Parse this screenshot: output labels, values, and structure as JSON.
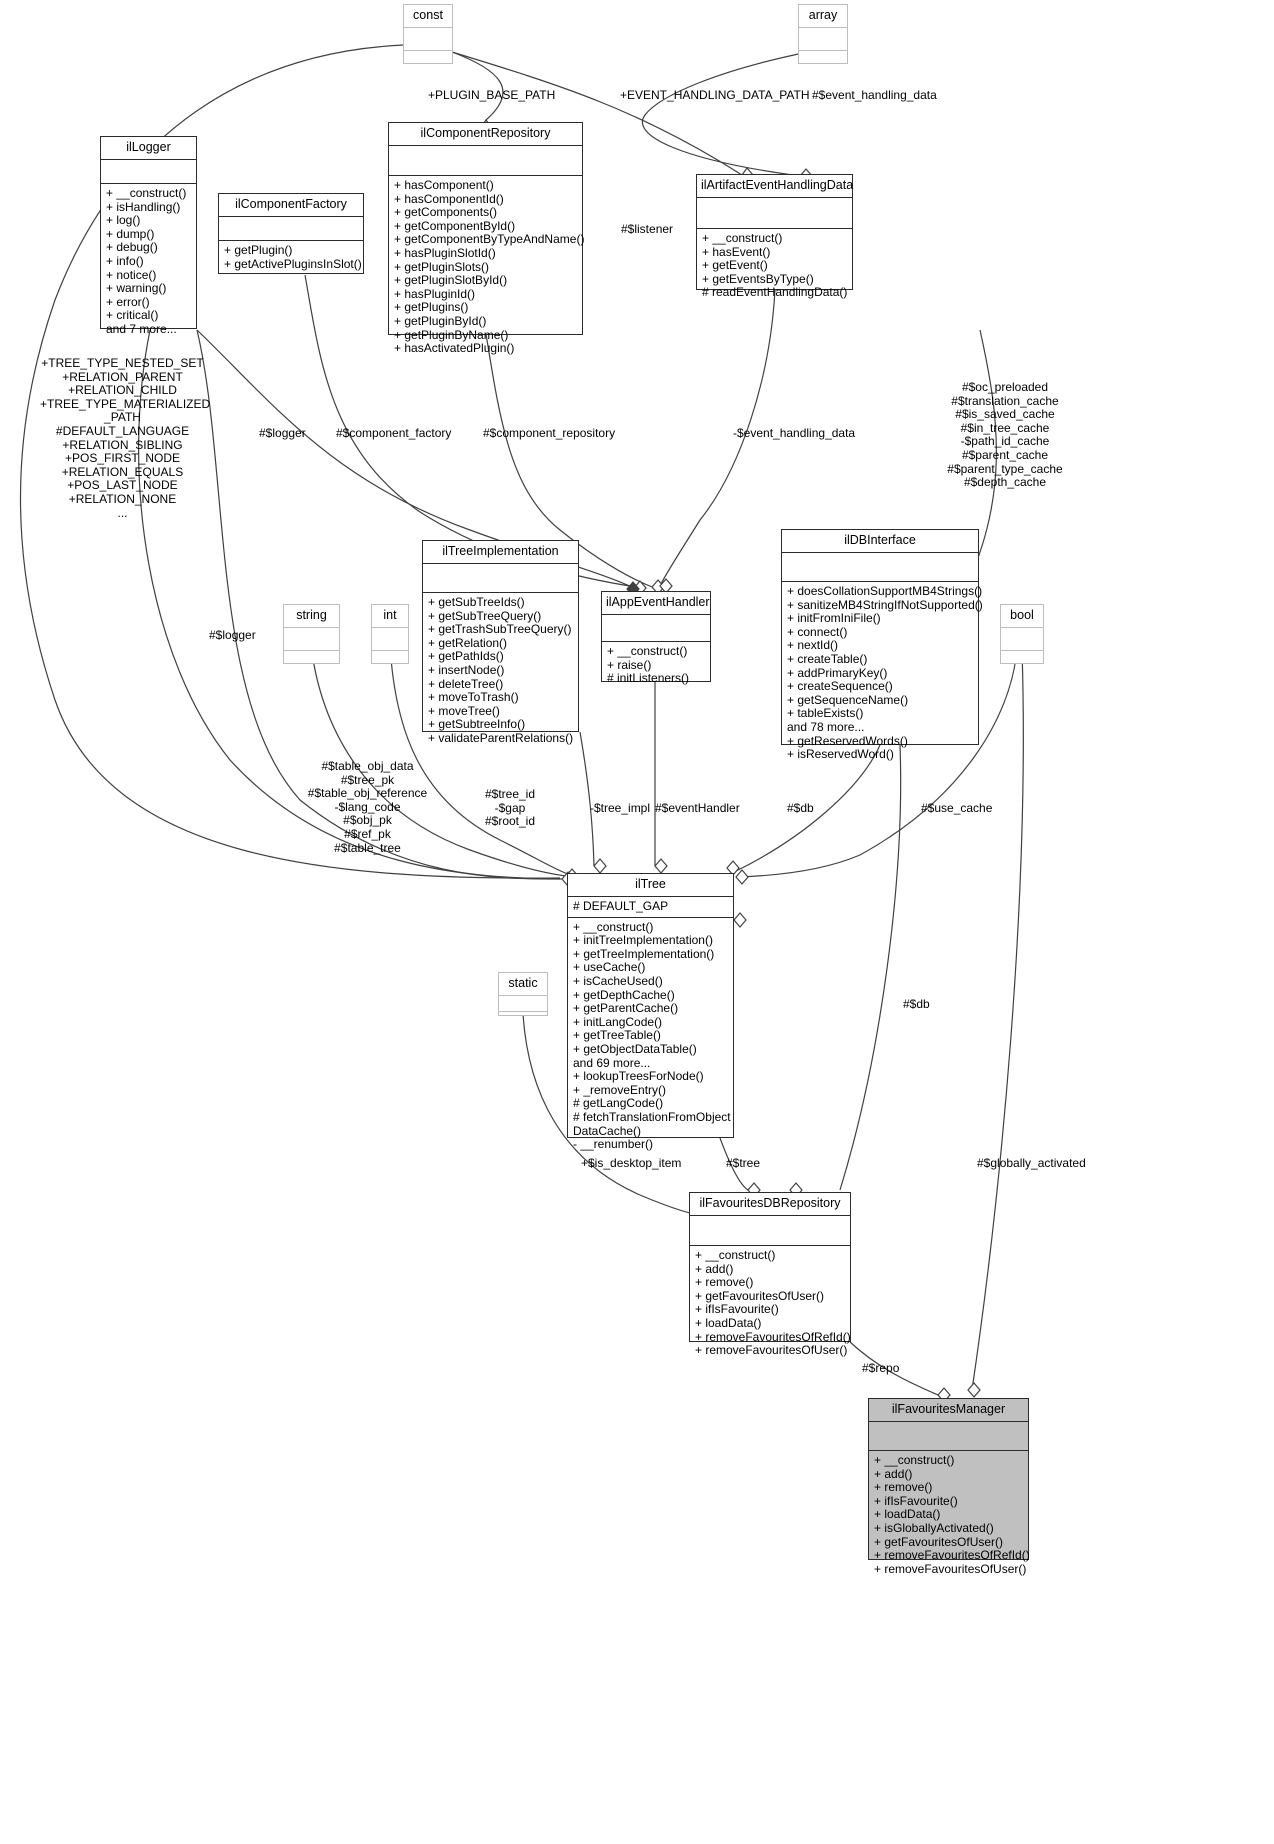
{
  "diagram": {
    "type": "uml-class-diagram",
    "title": "ilFavouritesManager collaboration diagram"
  },
  "classes": {
    "const": {
      "name": "const",
      "attributes": [],
      "operations": []
    },
    "array": {
      "name": "array",
      "attributes": [],
      "operations": []
    },
    "ilLogger": {
      "name": "ilLogger",
      "attributes": [],
      "operations": [
        "+ __construct()",
        "+ isHandling()",
        "+ log()",
        "+ dump()",
        "+ debug()",
        "+ info()",
        "+ notice()",
        "+ warning()",
        "+ error()",
        "+ critical()",
        "and 7 more..."
      ]
    },
    "ilComponentFactory": {
      "name": "ilComponentFactory",
      "attributes": [],
      "operations": [
        "+ getPlugin()",
        "+ getActivePluginsInSlot()"
      ]
    },
    "ilComponentRepository": {
      "name": "ilComponentRepository",
      "attributes": [],
      "operations": [
        "+ hasComponent()",
        "+ hasComponentId()",
        "+ getComponents()",
        "+ getComponentById()",
        "+ getComponentByTypeAndName()",
        "+ hasPluginSlotId()",
        "+ getPluginSlots()",
        "+ getPluginSlotById()",
        "+ hasPluginId()",
        "+ getPlugins()",
        "+ getPluginById()",
        "+ getPluginByName()",
        "+ hasActivatedPlugin()"
      ]
    },
    "ilArtifactEventHandlingData": {
      "name": "ilArtifactEventHandlingData",
      "attributes": [],
      "operations": [
        "+ __construct()",
        "+ hasEvent()",
        "+ getEvent()",
        "+ getEventsByType()",
        "# readEventHandlingData()"
      ]
    },
    "ilTreeImplementation": {
      "name": "ilTreeImplementation",
      "attributes": [],
      "operations": [
        "+ getSubTreeIds()",
        "+ getSubTreeQuery()",
        "+ getTrashSubTreeQuery()",
        "+ getRelation()",
        "+ getPathIds()",
        "+ insertNode()",
        "+ deleteTree()",
        "+ moveToTrash()",
        "+ moveTree()",
        "+ getSubtreeInfo()",
        "+ validateParentRelations()"
      ]
    },
    "ilAppEventHandler": {
      "name": "ilAppEventHandler",
      "attributes": [],
      "operations": [
        "+ __construct()",
        "+ raise()",
        "# initListeners()"
      ]
    },
    "ilDBInterface": {
      "name": "ilDBInterface",
      "attributes": [],
      "operations": [
        "+ doesCollationSupportMB4Strings()",
        "+ sanitizeMB4StringIfNotSupported()",
        "+ initFromIniFile()",
        "+ connect()",
        "+ nextId()",
        "+ createTable()",
        "+ addPrimaryKey()",
        "+ createSequence()",
        "+ getSequenceName()",
        "+ tableExists()",
        "and 78 more...",
        "+ getReservedWords()",
        "+ isReservedWord()"
      ]
    },
    "string": {
      "name": "string",
      "attributes": [],
      "operations": []
    },
    "int": {
      "name": "int",
      "attributes": [],
      "operations": []
    },
    "bool": {
      "name": "bool",
      "attributes": [],
      "operations": []
    },
    "static": {
      "name": "static",
      "attributes": [],
      "operations": []
    },
    "ilTree": {
      "name": "ilTree",
      "attributes": [
        "# DEFAULT_GAP"
      ],
      "operations": [
        "+ __construct()",
        "+ initTreeImplementation()",
        "+ getTreeImplementation()",
        "+ useCache()",
        "+ isCacheUsed()",
        "+ getDepthCache()",
        "+ getParentCache()",
        "+ initLangCode()",
        "+ getTreeTable()",
        "+ getObjectDataTable()",
        "and 69 more...",
        "+ lookupTreesForNode()",
        "+ _removeEntry()",
        "# getLangCode()",
        "# fetchTranslationFromObject",
        "DataCache()",
        "- __renumber()"
      ]
    },
    "ilFavouritesDBRepository": {
      "name": "ilFavouritesDBRepository",
      "attributes": [],
      "operations": [
        "+ __construct()",
        "+ add()",
        "+ remove()",
        "+ getFavouritesOfUser()",
        "+ ifIsFavourite()",
        "+ loadData()",
        "+ removeFavouritesOfRefId()",
        "+ removeFavouritesOfUser()"
      ]
    },
    "ilFavouritesManager": {
      "name": "ilFavouritesManager",
      "attributes": [],
      "operations": [
        "+ __construct()",
        "+ add()",
        "+ remove()",
        "+ ifIsFavourite()",
        "+ loadData()",
        "+ isGloballyActivated()",
        "+ getFavouritesOfUser()",
        "+ removeFavouritesOfRefId()",
        "+ removeFavouritesOfUser()"
      ]
    }
  },
  "edge_labels": {
    "plugin_base_path": "+PLUGIN_BASE_PATH",
    "event_handling_data_path": "+EVENT_HANDLING_DATA_PATH",
    "event_handling_data_field": "#$event_handling_data",
    "listener": "#$listener",
    "logger_top": "#$logger",
    "component_factory": "#$component_factory",
    "component_repository": "#$component_repository",
    "event_handling_data": "-$event_handling_data",
    "tree_constants": "+TREE_TYPE_NESTED_SET\n+RELATION_PARENT\n+RELATION_CHILD\n+TREE_TYPE_MATERIALIZED\n_PATH\n#DEFAULT_LANGUAGE\n+RELATION_SIBLING\n+POS_FIRST_NODE\n+RELATION_EQUALS\n+POS_LAST_NODE\n+RELATION_NONE\n...",
    "tree_caches": "#$oc_preloaded\n#$translation_cache\n#$is_saved_cache\n#$in_tree_cache\n-$path_id_cache\n#$parent_cache\n#$parent_type_cache\n#$depth_cache",
    "logger_lower": "#$logger",
    "string_fields": "#$table_obj_data\n#$tree_pk\n#$table_obj_reference\n-$lang_code\n#$obj_pk\n#$ref_pk\n#$table_tree",
    "int_fields": "#$tree_id\n-$gap\n#$root_id",
    "tree_impl": "-$tree_impl",
    "event_handler": "#$eventHandler",
    "db_upper": "#$db",
    "use_cache": "#$use_cache",
    "db_lower": "#$db",
    "globally_activated": "#$globally_activated",
    "is_desktop_item": "+$is_desktop_item",
    "tree": "#$tree",
    "repo": "#$repo"
  },
  "colors": {
    "border": "#2b2b2b",
    "light_border": "#bdbdbd",
    "fill_highlight": "#c0c0c0",
    "background": "#ffffff",
    "line": "#404040"
  }
}
